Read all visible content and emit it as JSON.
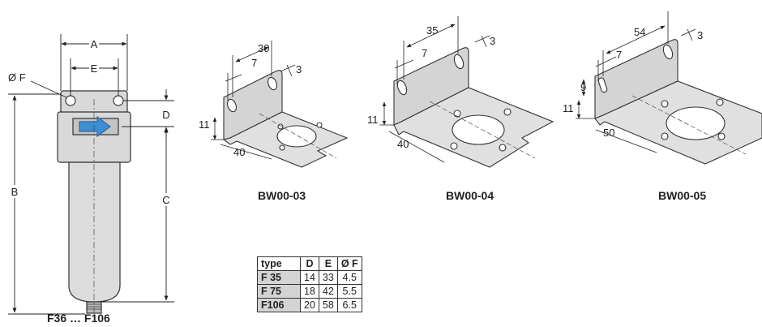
{
  "filter_drawing": {
    "caption": "F36 … F106",
    "dims": {
      "a": "A",
      "e": "E",
      "f": "Ø F",
      "b": "B",
      "c": "C",
      "d": "D"
    }
  },
  "brackets": [
    {
      "caption": "BW00-03",
      "dims": {
        "width": "30",
        "hole": "7",
        "thick": "3",
        "height": "11",
        "depth": "40"
      }
    },
    {
      "caption": "BW00-04",
      "dims": {
        "width": "35",
        "hole": "7",
        "thick": "3",
        "height": "11",
        "depth": "40"
      }
    },
    {
      "caption": "BW00-05",
      "dims": {
        "width": "54",
        "hole": "7",
        "thick": "3",
        "height": "11",
        "depth": "50",
        "slot": "9"
      }
    }
  ],
  "table": {
    "headers": [
      "type",
      "D",
      "E",
      "Ø F"
    ],
    "rows": [
      [
        "F 35",
        "14",
        "33",
        "4.5"
      ],
      [
        "F 75",
        "18",
        "42",
        "5.5"
      ],
      [
        "F106",
        "20",
        "58",
        "6.5"
      ]
    ]
  },
  "colors": {
    "body_fill": "#d9d9d9",
    "plate_fill": "#dedede",
    "arrow": "#3e8fd1",
    "outline": "#333333"
  }
}
